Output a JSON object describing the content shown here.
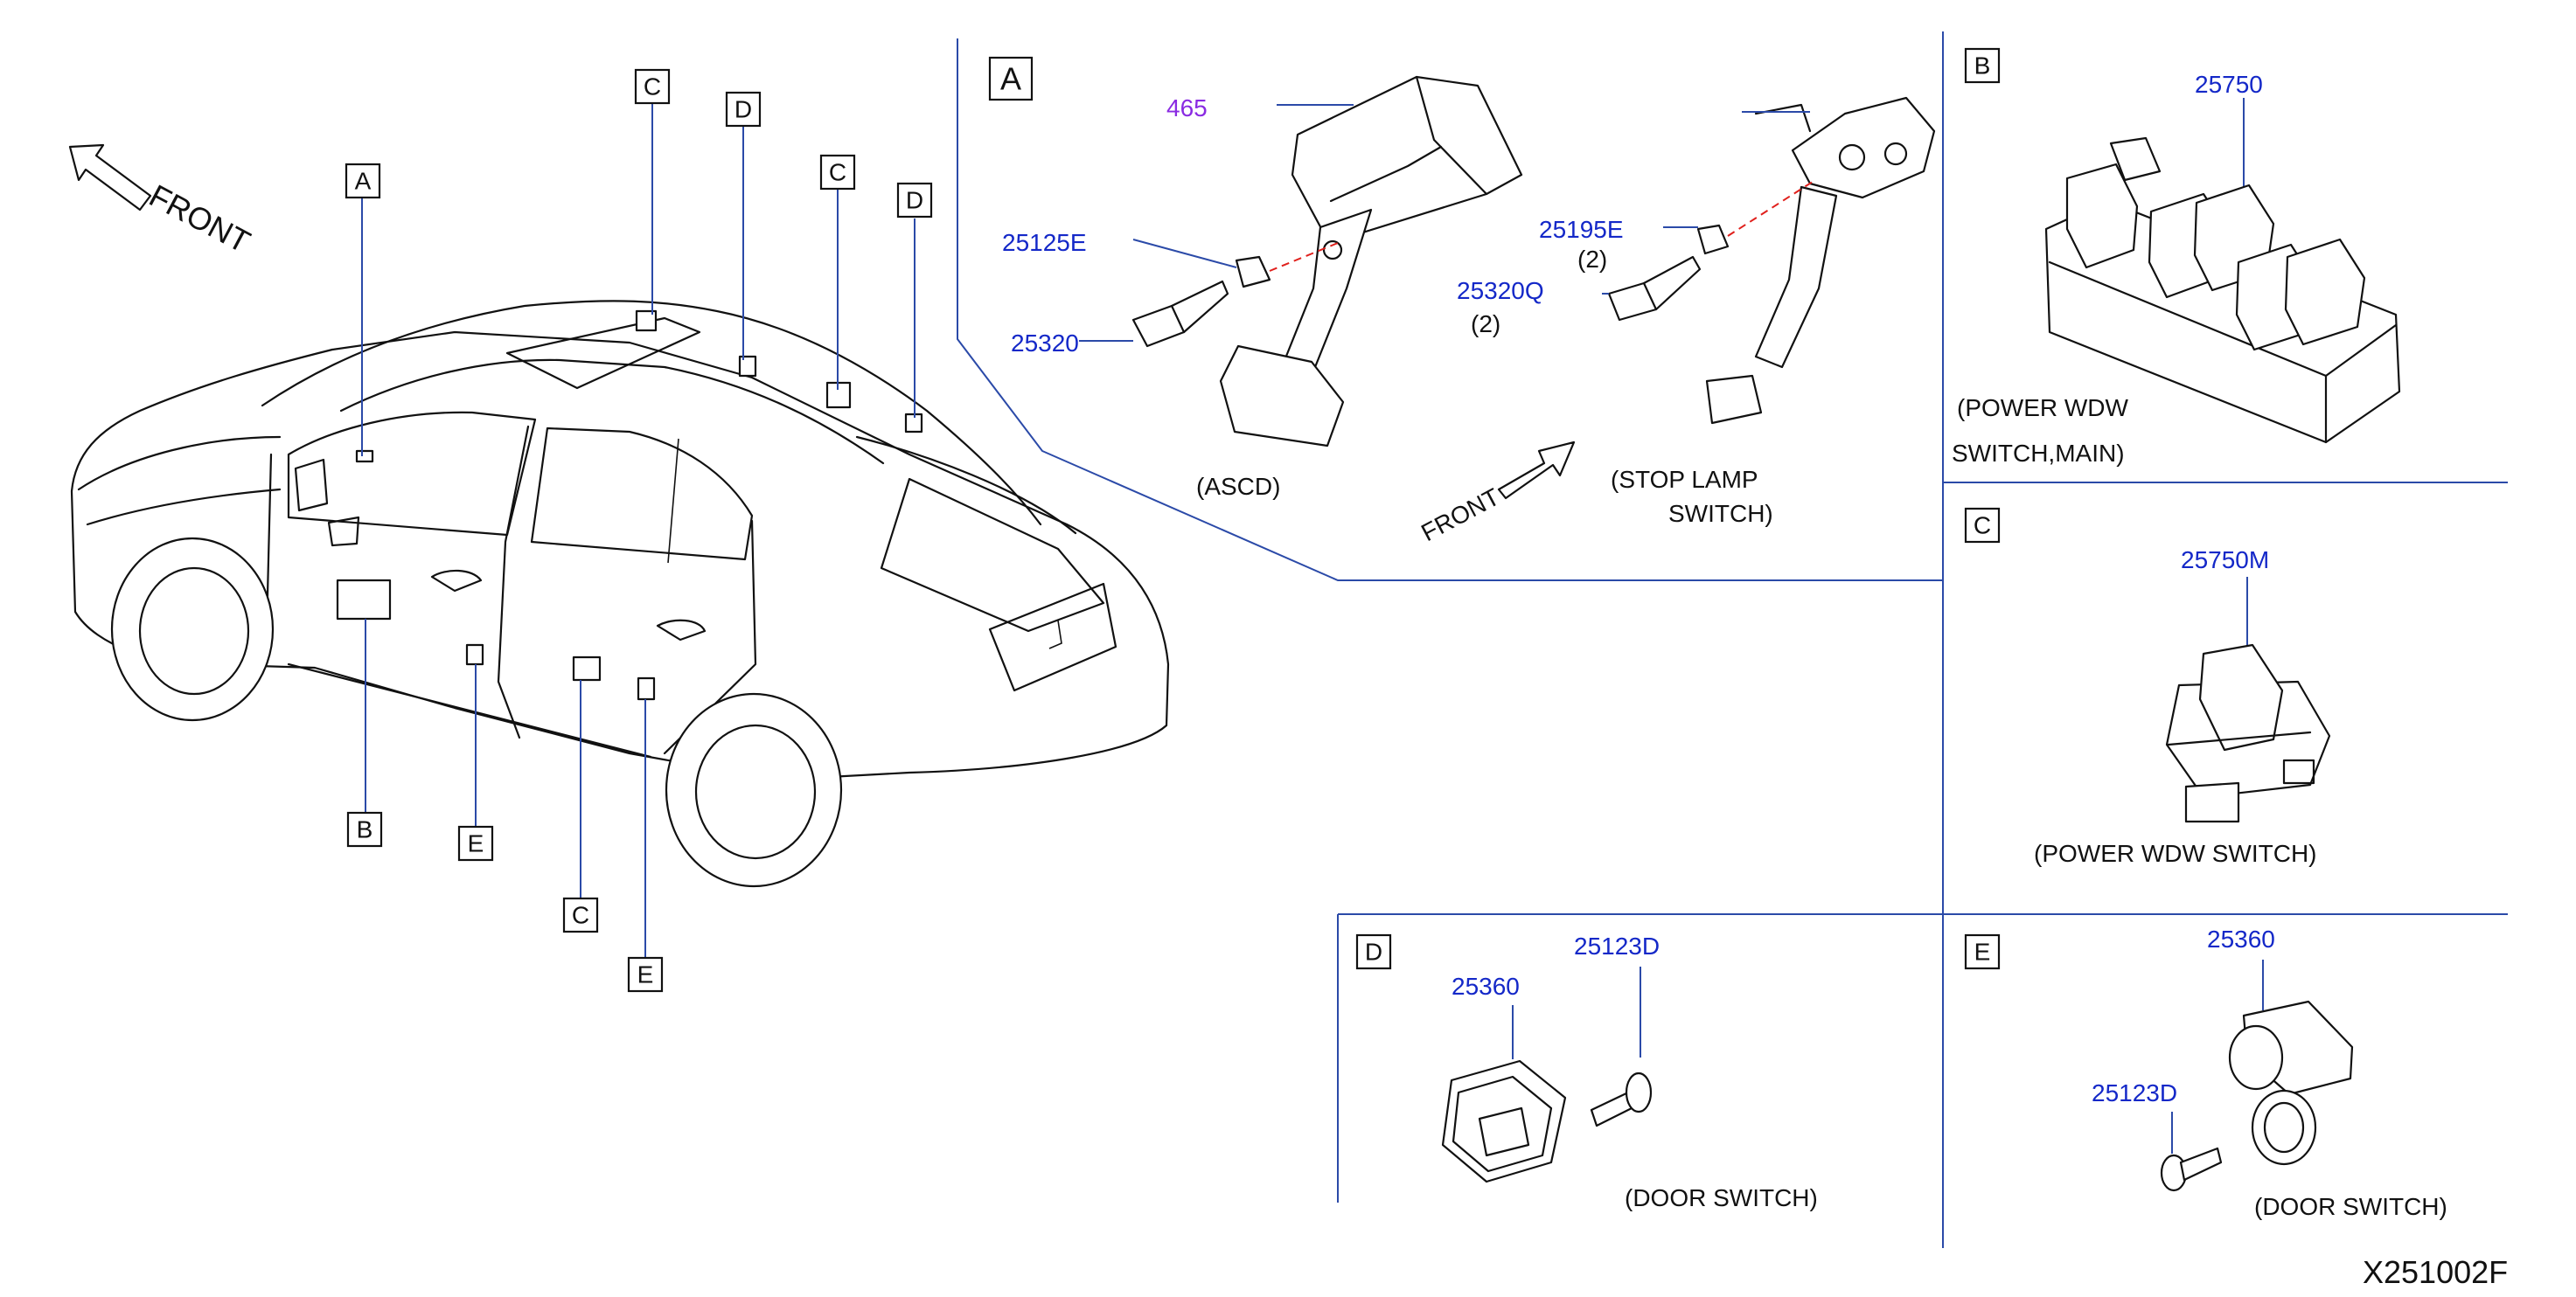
{
  "colors": {
    "part_number": "#1428c8",
    "part_number_alt": "#8a2be2",
    "leader": "#2b4aa8",
    "hidden_line": "#e0201c",
    "ink": "#111111"
  },
  "overview": {
    "front_label": "FRONT",
    "callouts": [
      "A",
      "B",
      "C",
      "C",
      "C",
      "D",
      "D",
      "E",
      "E"
    ]
  },
  "section_a": {
    "letter": "A",
    "parts": {
      "p465": "465",
      "p25125e": "25125E",
      "p25320": "25320",
      "p25195e": "25195E",
      "p25195e_qty": "(2)",
      "p25320q": "25320Q",
      "p25320q_qty": "(2)"
    },
    "caption_ascd": "(ASCD)",
    "caption_stop_1": "(STOP   LAMP",
    "caption_stop_2": "SWITCH)",
    "front_label": "FRONT"
  },
  "section_b": {
    "letter": "B",
    "part": "25750",
    "caption_1": "(POWER   WDW",
    "caption_2": "SWITCH,MAIN)"
  },
  "section_c": {
    "letter": "C",
    "part": "25750M",
    "caption": "(POWER   WDW      SWITCH)"
  },
  "section_d": {
    "letter": "D",
    "part_switch": "25360",
    "part_bolt": "25123D",
    "caption": "(DOOR   SWITCH)"
  },
  "section_e": {
    "letter": "E",
    "part_switch": "25360",
    "part_bolt": "25123D",
    "caption": "(DOOR   SWITCH)"
  },
  "drawing_code": "X251002F"
}
